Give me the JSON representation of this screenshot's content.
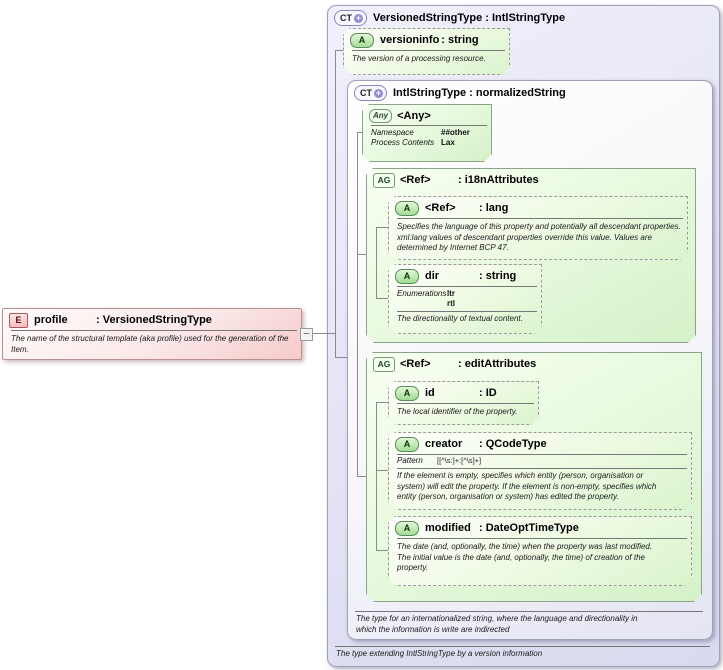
{
  "badges": {
    "ct": "CT",
    "plus": "+",
    "a": "A",
    "any": "Any",
    "ag": "AG",
    "e": "E",
    "collapse": "–"
  },
  "colors": {
    "complextype_accent": "#8585c8",
    "attribute_accent": "#6f9e6f",
    "element_accent": "#b05656",
    "doc_text": "#1a1a1a"
  },
  "element_profile": {
    "name": "profile",
    "type": ": VersionedStringType",
    "doc": "The name of the structural template (aka profile) used for the generation of the Item."
  },
  "versioned": {
    "title": "VersionedStringType : IntlStringType",
    "doc": "The type extending IntlStringType by a version information"
  },
  "versioninfo": {
    "name": "versioninfo",
    "type": ": string",
    "doc": "The version of a processing resource."
  },
  "intl": {
    "title": "IntlStringType : normalizedString",
    "doc": "The type for an internationalized string, where the language and directionality in which the information is write are indirected"
  },
  "any": {
    "name": "<Any>",
    "rows": [
      {
        "label": "Namespace",
        "value": "##other"
      },
      {
        "label": "Process Contents",
        "value": "Lax"
      }
    ]
  },
  "i18n_group": {
    "name": "<Ref>",
    "type": ": i18nAttributes"
  },
  "lang": {
    "name": "<Ref>",
    "type": ": lang",
    "doc": "Specifies the language of this property and potentially all descendant properties. xml:lang values of descendant properties override this value. Values are determined by Internet BCP 47."
  },
  "dir": {
    "name": "dir",
    "type": ": string",
    "enum_label": "Enumerations",
    "enum_values": [
      "ltr",
      "rtl"
    ],
    "doc": "The directionality of textual content."
  },
  "edit_group": {
    "name": "<Ref>",
    "type": ": editAttributes"
  },
  "id_attr": {
    "name": "id",
    "type": ": ID",
    "doc": "The local identifier of the property."
  },
  "creator": {
    "name": "creator",
    "type": ": QCodeType",
    "pattern_label": "Pattern",
    "pattern_value": "[[^\\s:]+:[^\\s]+]",
    "doc": "If the element is empty, specifies which entity (person, organisation or system) will edit the property. If the element is non-empty, specifies which entity (person, organisation or system) has edited the property."
  },
  "modified": {
    "name": "modified",
    "type": ": DateOptTimeType",
    "doc": "The date (and, optionally, the time) when the property was last modified. The initial value is the date (and, optionally, the time) of creation of the property."
  }
}
